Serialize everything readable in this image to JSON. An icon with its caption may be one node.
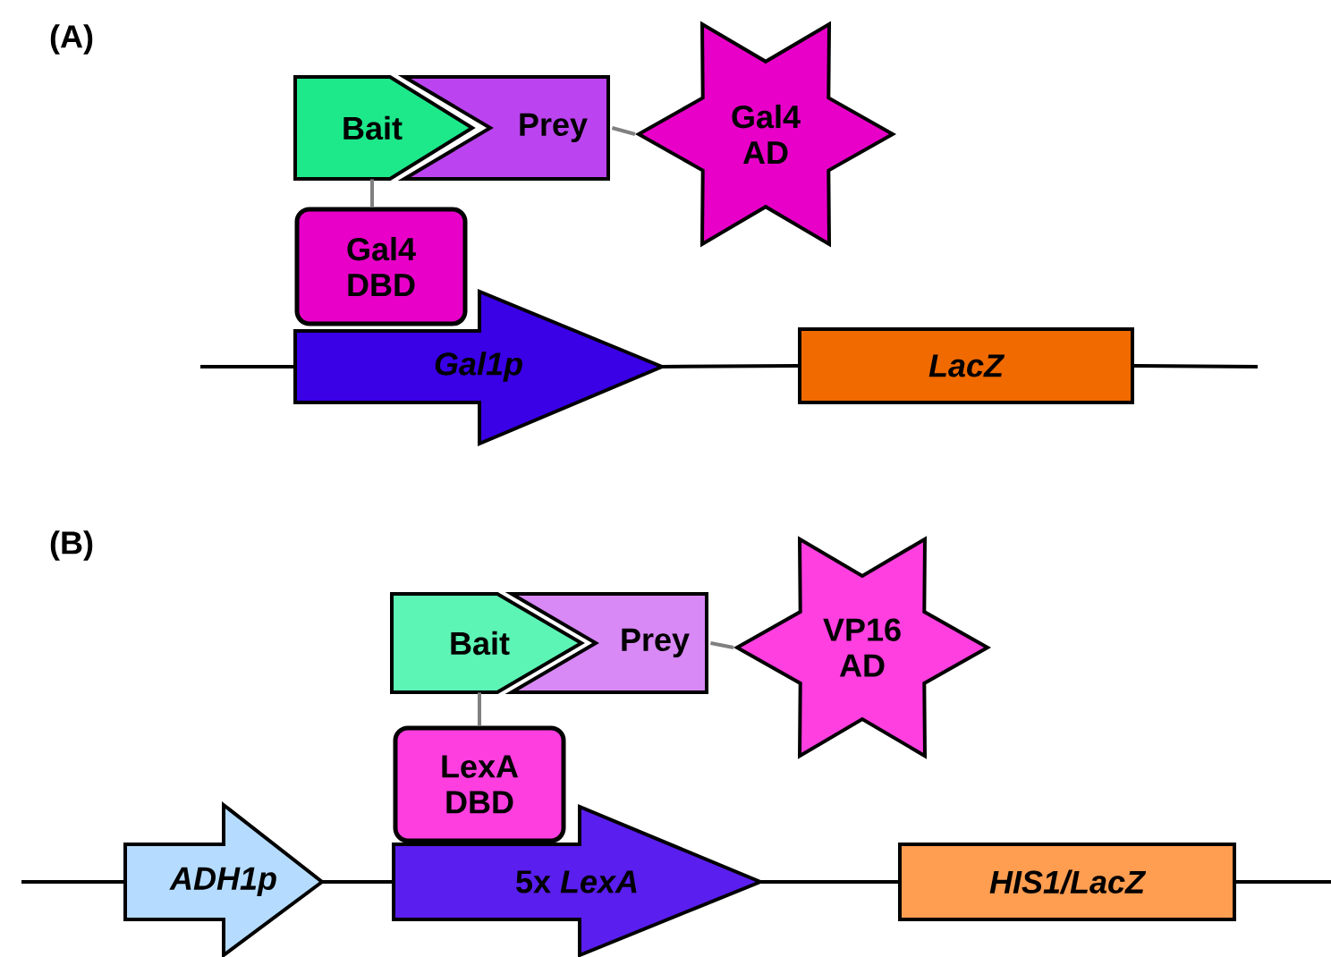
{
  "diagram": {
    "nodes": [
      {
        "text": [
          "Bait"
        ]
      },
      {
        "text": [
          "Prey"
        ]
      },
      {
        "text": [
          "Gal4 AD"
        ]
      },
      {
        "text": [
          "Gal4 DBD"
        ]
      },
      {
        "text": [
          "Gal1p"
        ]
      },
      {
        "text": [
          "LacZ"
        ]
      },
      {
        "text": [
          "Bait"
        ]
      },
      {
        "text": [
          "Prey"
        ]
      },
      {
        "text": [
          "VP16 AD"
        ]
      },
      {
        "text": [
          "LexA DBD"
        ]
      },
      {
        "text": [
          "ADH1p"
        ]
      },
      {
        "text": [
          "5x *LexA*"
        ]
      },
      {
        "text": [
          "HIS1/LacZ"
        ]
      }
    ],
    "edges": [
      {
        "from": 1,
        "to": 2,
        "arrow": "none",
        "color": "#808080"
      },
      {
        "from": 0,
        "to": 3,
        "arrow": "none",
        "color": "#808080"
      },
      {
        "from": null,
        "to": 4,
        "arrow": "none"
      },
      {
        "from": 4,
        "to": 5,
        "arrow": "none"
      },
      {
        "from": 5,
        "to": null,
        "arrow": "none"
      },
      {
        "from": 7,
        "to": 8,
        "arrow": "none",
        "color": "#808080"
      },
      {
        "from": 6,
        "to": 9,
        "arrow": "none",
        "color": "#808080"
      },
      {
        "from": null,
        "to": 10,
        "arrow": "none"
      },
      {
        "from": 10,
        "to": 11,
        "arrow": "none"
      },
      {
        "from": 11,
        "to": 12,
        "arrow": "none"
      },
      {
        "from": 12,
        "to": null,
        "arrow": "none"
      }
    ],
    "labels": [
      "(A)",
      "(B)"
    ]
  }
}
